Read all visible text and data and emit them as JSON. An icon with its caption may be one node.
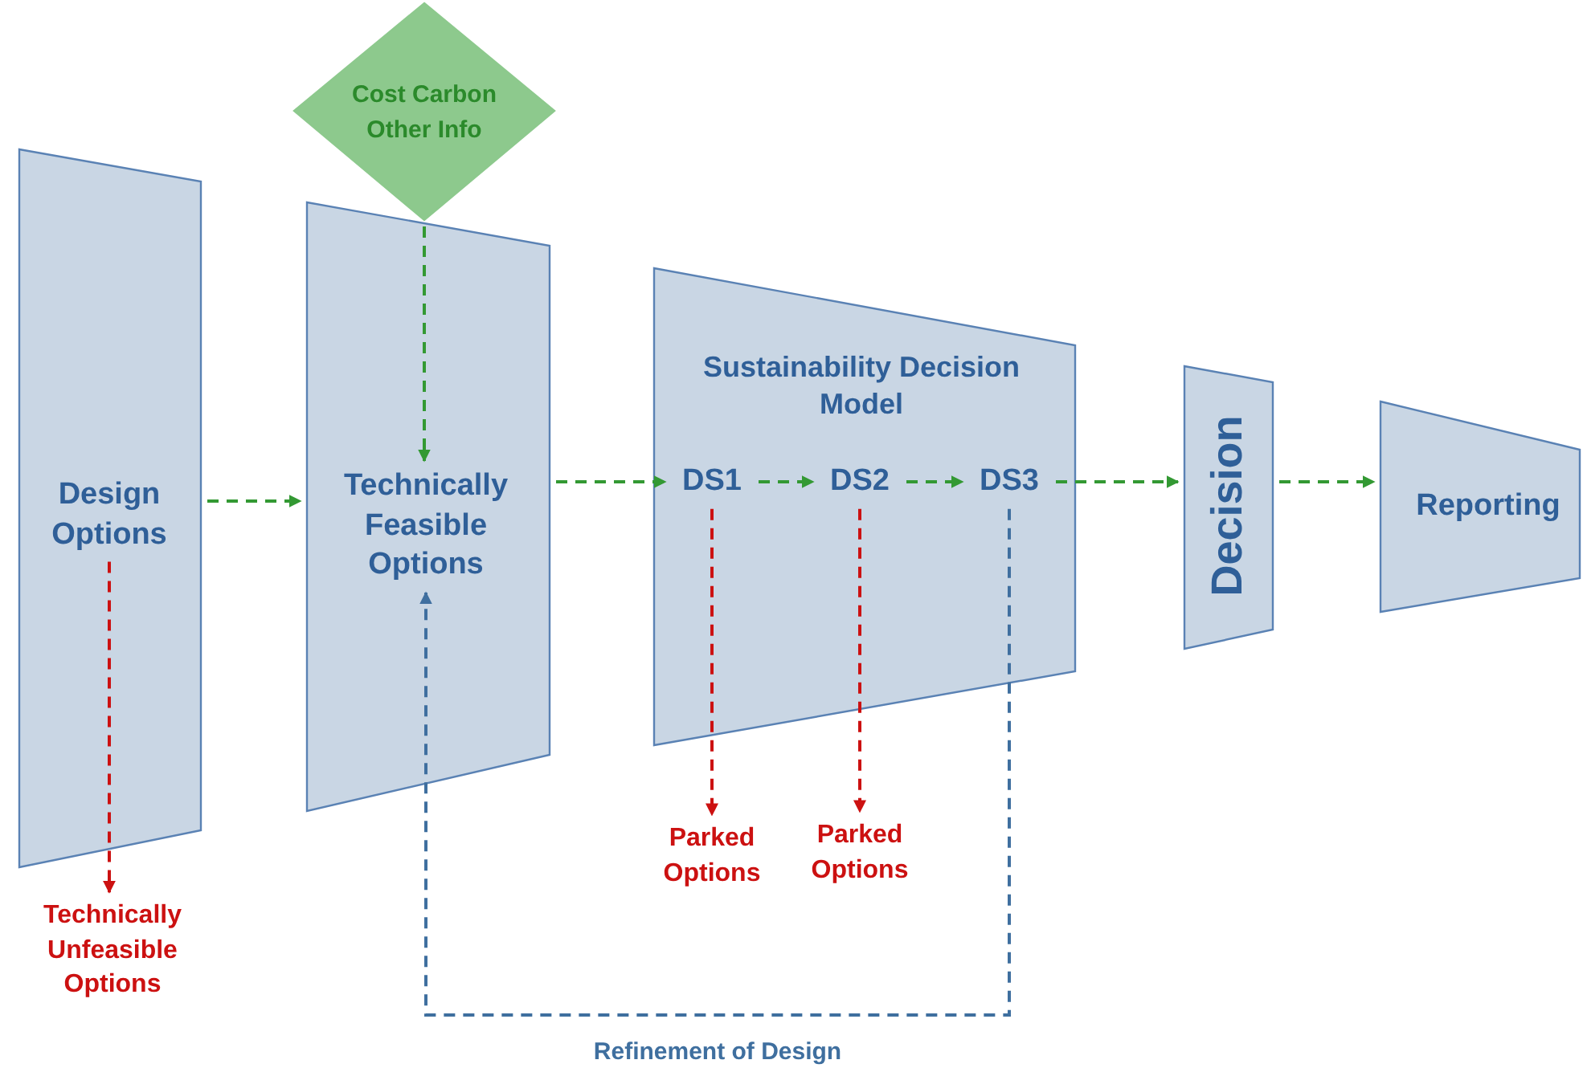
{
  "diagram": {
    "nodes": [
      {
        "text": [
          "Design Options"
        ]
      },
      {
        "text": [
          "Cost Carbon Other Info"
        ]
      },
      {
        "text": [
          "Technically Feasible Options"
        ]
      },
      {
        "text": [
          "Sustainability Decision Model"
        ]
      },
      {
        "text": [
          "DS1"
        ],
        "in": 3
      },
      {
        "text": [
          "DS2"
        ],
        "in": 3
      },
      {
        "text": [
          "DS3"
        ],
        "in": 3
      },
      {
        "text": [
          "Decision"
        ]
      },
      {
        "text": [
          "Reporting"
        ]
      },
      {
        "text": [
          "Technically Unfeasible Options"
        ]
      },
      {
        "text": [
          "Parked Options"
        ]
      },
      {
        "text": [
          "Parked Options"
        ]
      }
    ],
    "edges": [
      {
        "from": 0,
        "to": 2,
        "arrow": "to",
        "style": "dashed"
      },
      {
        "from": 1,
        "to": 2,
        "arrow": "to",
        "style": "dashed"
      },
      {
        "from": 2,
        "to": 4,
        "arrow": "to",
        "style": "dashed"
      },
      {
        "from": 4,
        "to": 5,
        "arrow": "to",
        "style": "dashed"
      },
      {
        "from": 5,
        "to": 6,
        "arrow": "to",
        "style": "dashed"
      },
      {
        "from": 6,
        "to": 7,
        "arrow": "to",
        "style": "dashed"
      },
      {
        "from": 7,
        "to": 8,
        "arrow": "to",
        "style": "dashed"
      },
      {
        "from": 0,
        "to": 9,
        "arrow": "to",
        "style": "dashed",
        "color": "#cc1111"
      },
      {
        "from": 4,
        "to": 10,
        "arrow": "to",
        "style": "dashed",
        "color": "#cc1111"
      },
      {
        "from": 5,
        "to": 11,
        "arrow": "to",
        "style": "dashed",
        "color": "#cc1111"
      },
      {
        "from": 6,
        "to": 2,
        "arrow": "to",
        "style": "dashed",
        "color": "#3f6f9f",
        "label": "Refinement of Design"
      }
    ]
  }
}
